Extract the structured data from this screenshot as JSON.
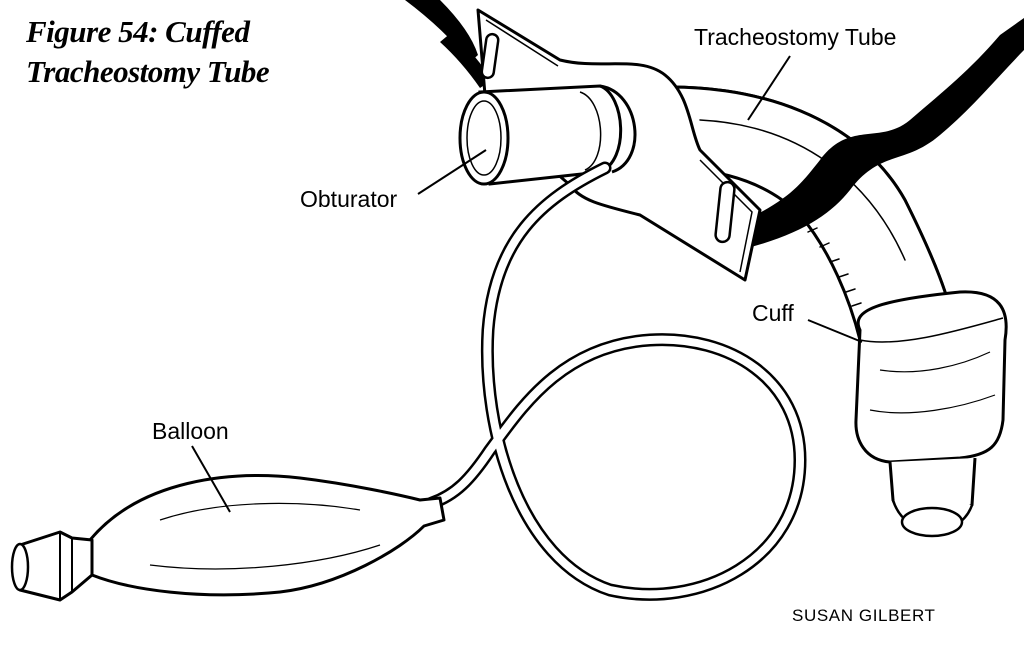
{
  "figure": {
    "title_line1": "Figure 54: Cuffed",
    "title_line2": "Tracheostomy Tube",
    "credit": "SUSAN GILBERT"
  },
  "labels": {
    "tracheostomy_tube": "Tracheostomy Tube",
    "obturator": "Obturator",
    "cuff": "Cuff",
    "balloon": "Balloon"
  },
  "colors": {
    "ink": "#000000",
    "paper": "#ffffff"
  }
}
